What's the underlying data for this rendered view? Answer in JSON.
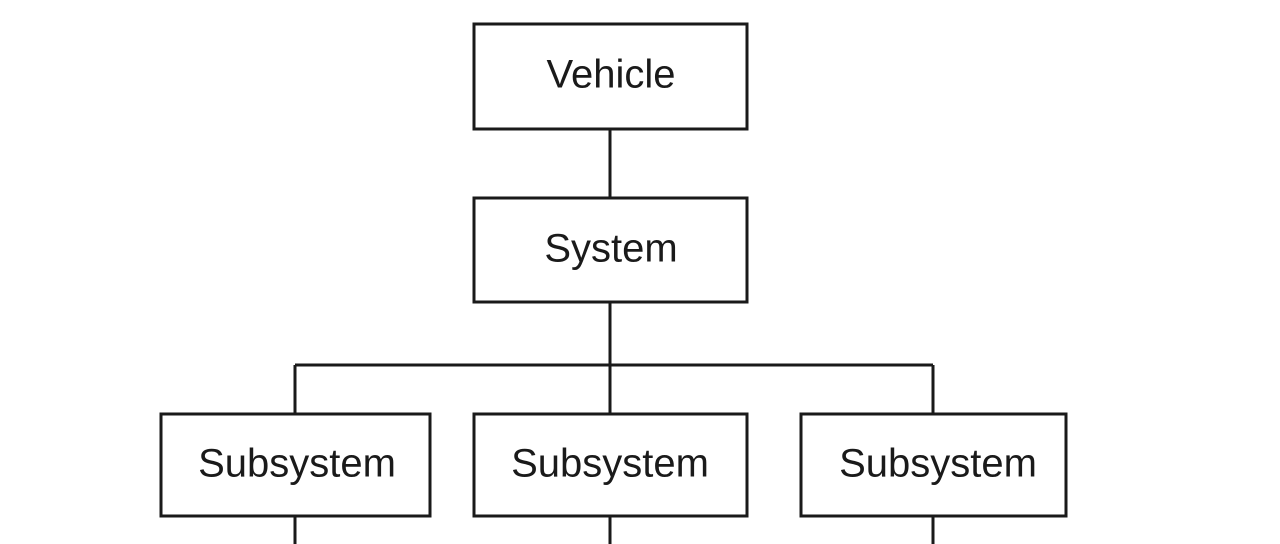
{
  "diagram": {
    "root": {
      "label": "Vehicle"
    },
    "system": {
      "label": "System"
    },
    "subsystems": [
      {
        "label": "Subsystem"
      },
      {
        "label": "Subsystem"
      },
      {
        "label": "Subsystem"
      }
    ],
    "colors": {
      "stroke": "#1a1a1a",
      "background": "#ffffff",
      "text": "#1a1a1a"
    }
  }
}
